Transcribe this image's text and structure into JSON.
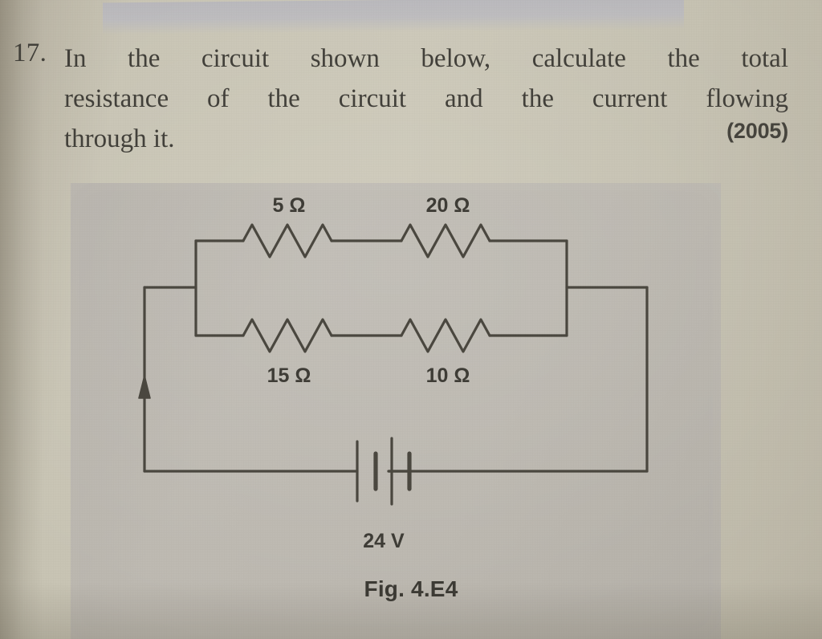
{
  "question": {
    "number": "17.",
    "lines": [
      "In the circuit shown below, calculate the total",
      "resistance of the circuit and the current flowing",
      "through it."
    ],
    "year": "(2005)"
  },
  "figure": {
    "caption": "Fig. 4.E4",
    "colors": {
      "ink": "#4a473f",
      "paper": "#bbb7af",
      "text": "#42403a"
    },
    "source_label": "24 V",
    "resistors": [
      {
        "id": "r-top-left",
        "label": "5 Ω",
        "value": 5,
        "unit": "Ω",
        "branch": "top",
        "position": "left"
      },
      {
        "id": "r-top-right",
        "label": "20 Ω",
        "value": 20,
        "unit": "Ω",
        "branch": "top",
        "position": "right"
      },
      {
        "id": "r-bottom-left",
        "label": "15 Ω",
        "value": 15,
        "unit": "Ω",
        "branch": "bottom",
        "position": "left"
      },
      {
        "id": "r-bottom-right",
        "label": "10 Ω",
        "value": 10,
        "unit": "Ω",
        "branch": "bottom",
        "position": "right"
      }
    ],
    "battery": {
      "label": "24 V",
      "value": 24,
      "unit": "V",
      "cells": 2
    },
    "current_arrow": {
      "direction": "up",
      "branch": "left-rail"
    }
  },
  "labels": {
    "top_left_resistor": "5 Ω",
    "top_right_resistor": "20 Ω",
    "bottom_left_resistor": "15 Ω",
    "bottom_right_resistor": "10 Ω",
    "battery": "24 V",
    "caption": "Fig. 4.E4"
  }
}
